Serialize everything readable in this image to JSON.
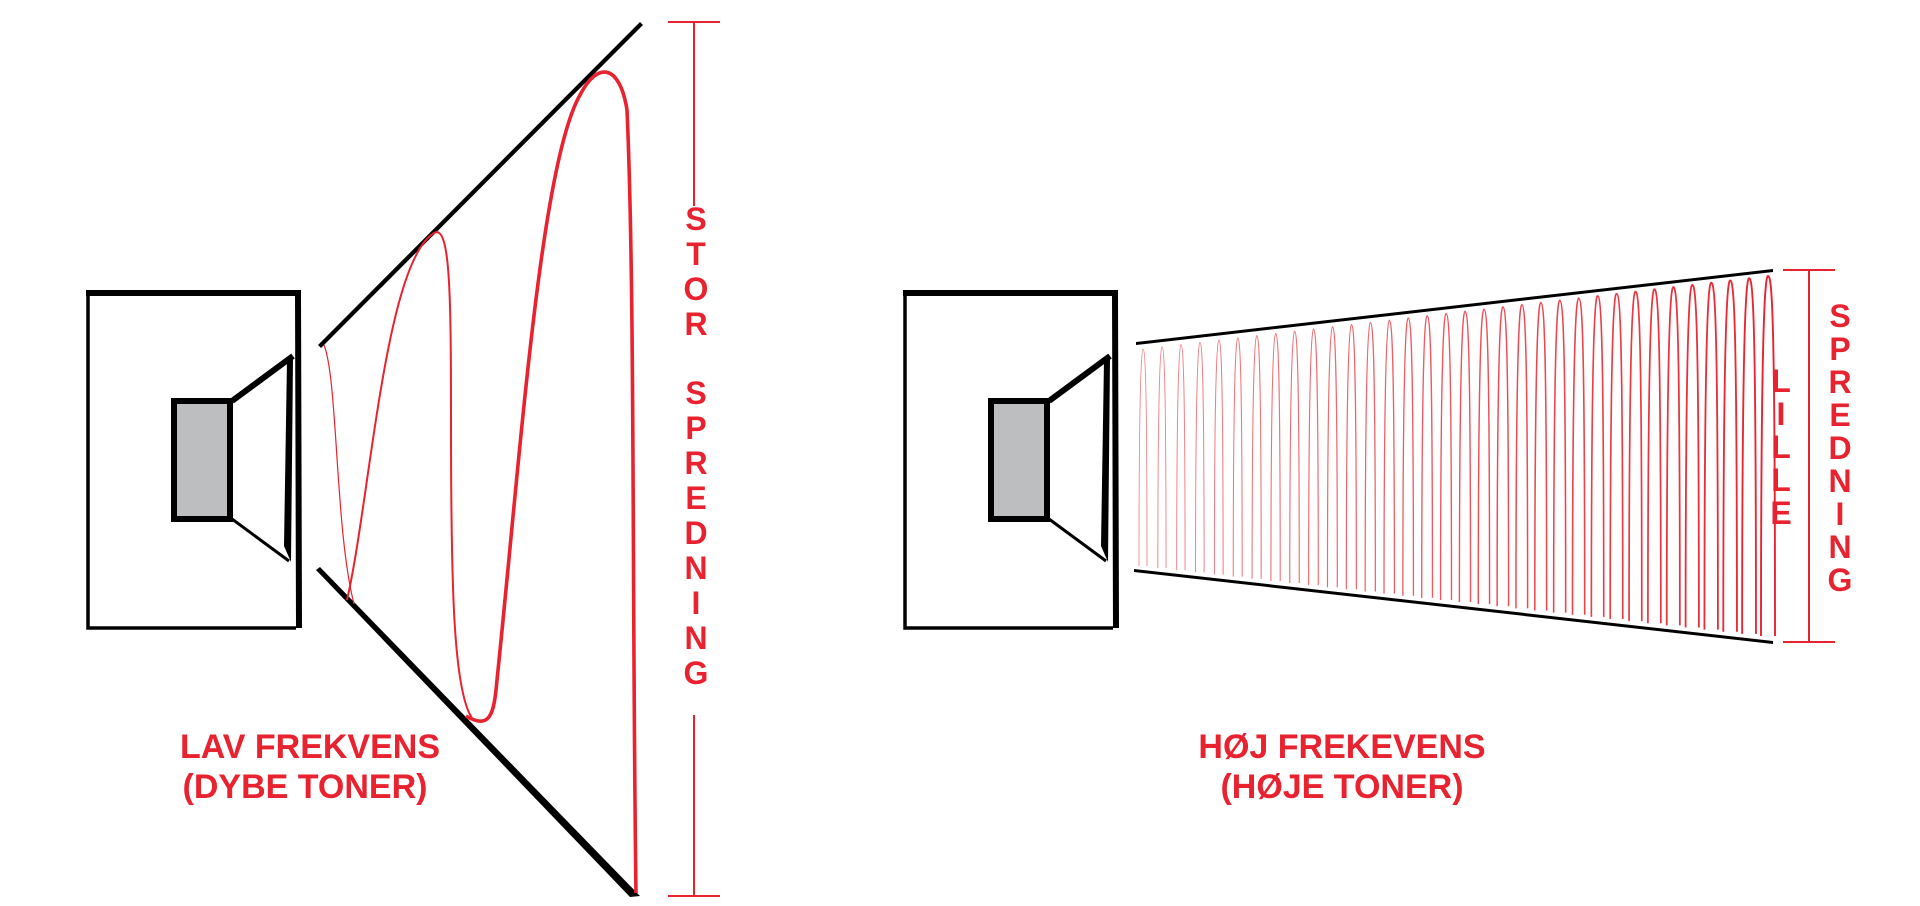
{
  "colors": {
    "accent": "#e8232f",
    "ink": "#000000",
    "driver_fill": "#bcbec0"
  },
  "low_panel": {
    "caption_line1": "LAV FREKVENS",
    "caption_line2": "(DYBE TONER)",
    "dispersion_word1": "STOR",
    "dispersion_word2": "SPREDNING"
  },
  "high_panel": {
    "caption_line1": "HØJ FREKEVENS",
    "caption_line2": "(HØJE TONER)",
    "dispersion_word1": "LILLE",
    "dispersion_word2": "SPREDNING"
  }
}
